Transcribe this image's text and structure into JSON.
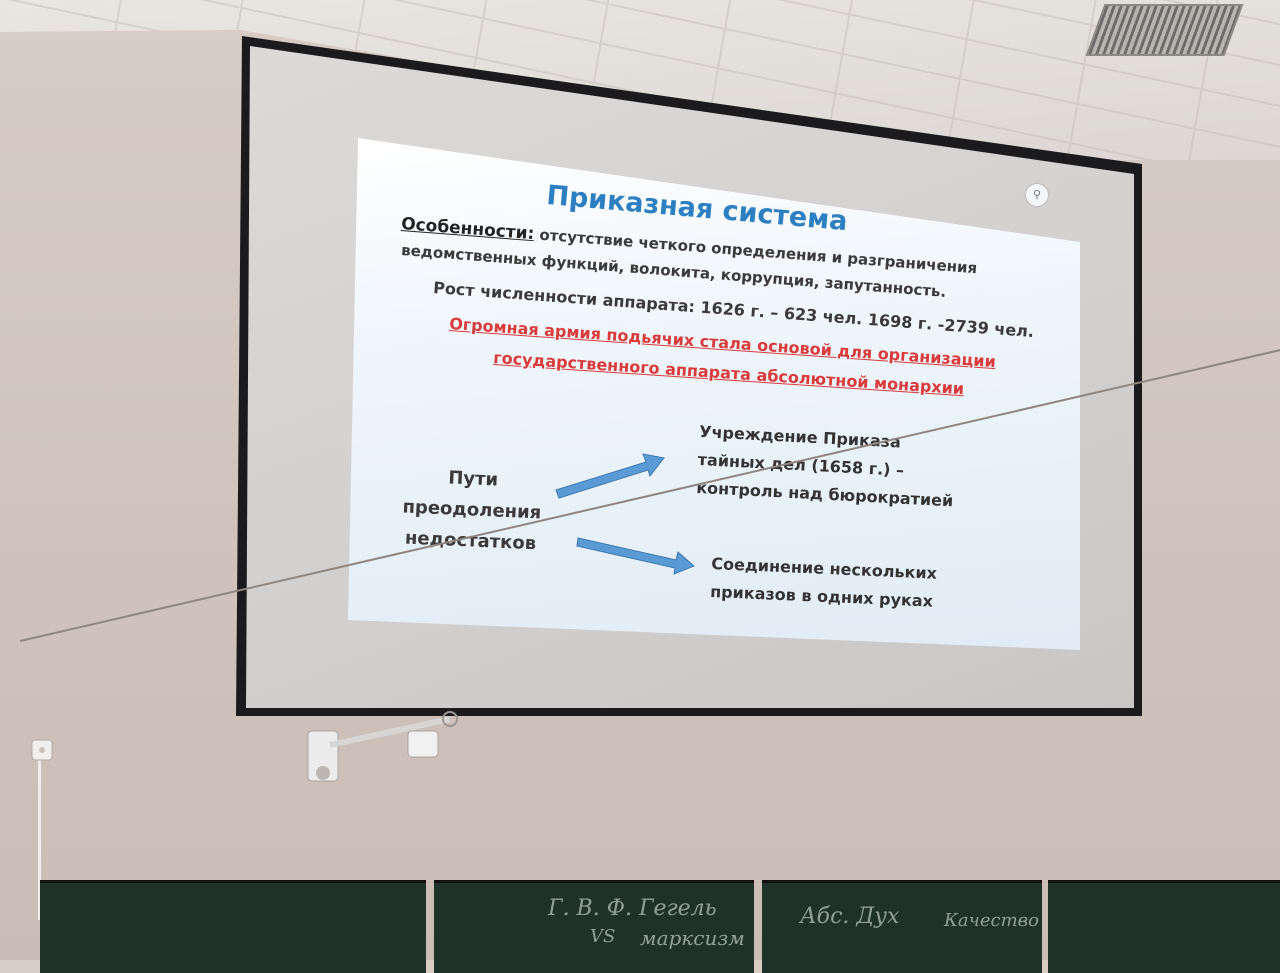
{
  "slide": {
    "title": "Приказная система",
    "features_label": "Особенности:",
    "features_line1": " отсутствие четкого определения и разграничения",
    "features_line2": "ведомственных функций, волокита, коррупция, запутанность.",
    "growth": "Рост численности аппарата: 1626 г. – 623 чел. 1698 г. -2739 чел.",
    "highlight_line1": "Огромная армия подьячих стала основой для организации",
    "highlight_line2": "государственного аппарата абсолютной монархии",
    "ways_title": [
      "Пути",
      "преодоления",
      "недостатков"
    ],
    "way_1": "Учреждение Приказа тайных дел (1658 г.) – контроль над бюрократией",
    "way_2": "Соединение нескольких приказов в одних руках",
    "arrow_color": "#5b9bd5",
    "title_color": "#2c7fc1",
    "highlight_color": "#d93a3a"
  },
  "chalkboard": {
    "texts": [
      "Г. В. Ф. Гегель",
      "VS",
      "марксизм",
      "Абс. Дух",
      "Качество"
    ]
  }
}
